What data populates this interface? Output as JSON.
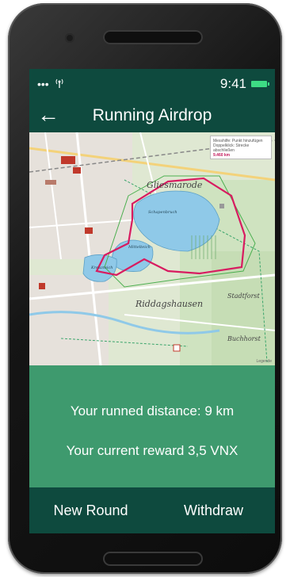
{
  "status_bar": {
    "time": "9:41",
    "dots": "•••",
    "signal_icon": "antenna-icon",
    "battery_color": "#3ddc84"
  },
  "app_bar": {
    "title": "Running Airdrop",
    "back_glyph": "←"
  },
  "map": {
    "labels": {
      "gliesmarode": "Gliesmarode",
      "riddagshausen": "Riddagshausen",
      "stadtforst": "Stadtforst",
      "buchhorst": "Buchhorst",
      "schapenbruch": "Schapenbruch",
      "mittelteich": "Mittelteich",
      "kreuzteich": "Kreuzteich"
    },
    "legend": {
      "line1": "Messhilfe: Punkt hinzufügen",
      "line2": "Doppelklick: Strecke abschließen",
      "value": "9.460 km"
    },
    "footer": "Legende"
  },
  "info": {
    "distance_text": "Your runned distance: 9 km",
    "reward_text": "Your current reward 3,5 VNX"
  },
  "nav": {
    "new_round": "New Round",
    "withdraw": "Withdraw"
  },
  "colors": {
    "primary_dark": "#0e4a3e",
    "panel_green": "#3e9a6e",
    "route": "#d81b60",
    "water": "#8fc9e8"
  }
}
